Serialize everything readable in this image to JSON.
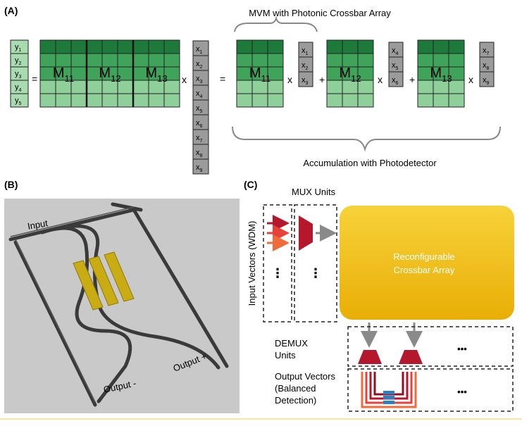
{
  "panel_labels": {
    "a": "(A)",
    "b": "(B)",
    "c": "(C)"
  },
  "panel_a": {
    "y_labels": [
      "y1",
      "y2",
      "y3",
      "y4",
      "y5"
    ],
    "x_labels": [
      "x1",
      "x2",
      "x3",
      "x4",
      "x5",
      "x6",
      "x7",
      "x8",
      "x9"
    ],
    "matrix_labels": [
      "M11",
      "M12",
      "M13"
    ],
    "ops": {
      "equals": "=",
      "times": "x",
      "plus": "+"
    },
    "top_caption": "MVM with Photonic Crossbar Array",
    "bottom_caption": "Accumulation with Photodetector"
  },
  "panel_b": {
    "input": "Input",
    "output_minus": "Output -",
    "output_plus": "Output +"
  },
  "panel_c": {
    "mux_units": "MUX Units",
    "input_vectors": "Input Vectors (WDM)",
    "crossbar_line1": "Reconfigurable",
    "crossbar_line2": "Crossbar Array",
    "demux_line1": "DEMUX",
    "demux_line2": "Units",
    "output_line1": "Output Vectors",
    "output_line2": "(Balanced",
    "output_line3": "Detection)",
    "ellipsis_vertical": "⋮",
    "ellipsis_horizontal": "•••"
  },
  "colors": {
    "green_dark": "#1e7a3a",
    "green_mid": "#3fa35a",
    "green_light": "#8fd09a",
    "yellow": "#f4c40f",
    "crimson": "#b5172c",
    "orange": "#f06a3c",
    "gray": "#8a8a8a"
  }
}
